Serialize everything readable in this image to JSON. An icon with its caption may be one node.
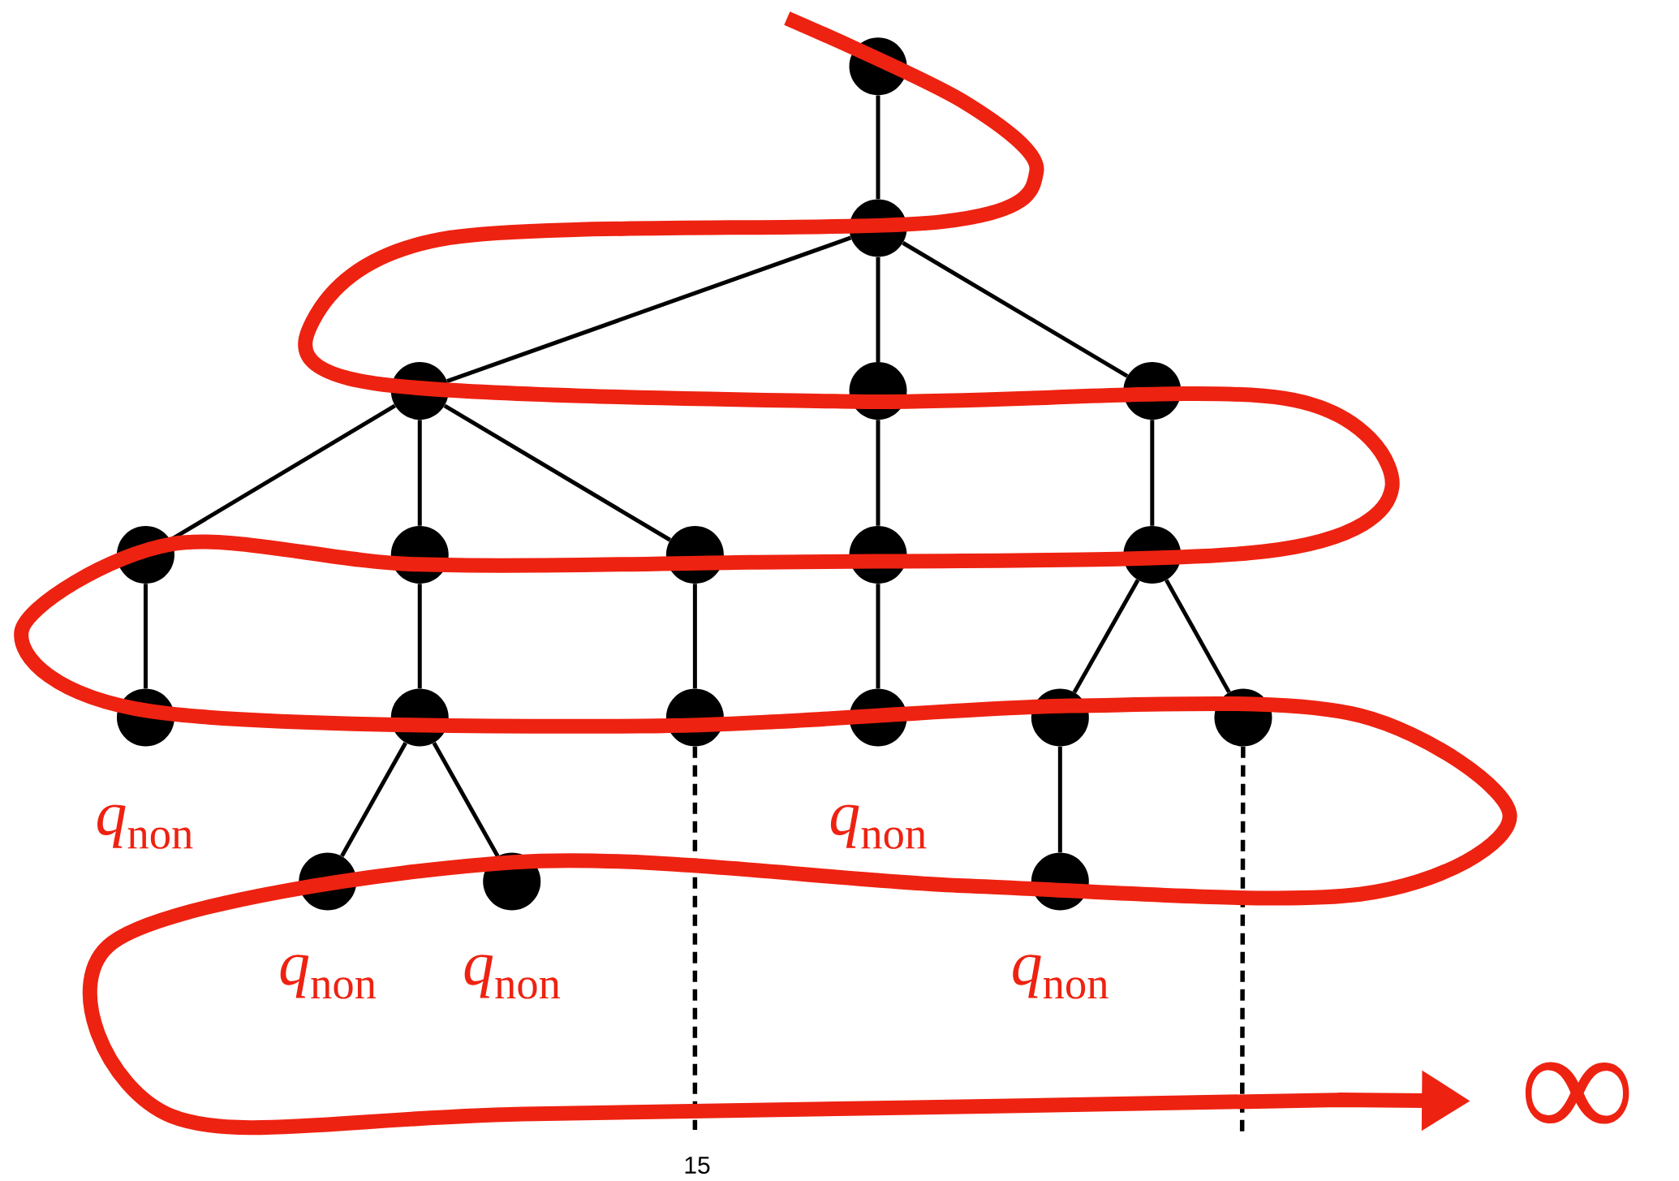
{
  "diagram": {
    "nodes": [
      {
        "text": [],
        "shape": "circle"
      },
      {
        "text": [],
        "shape": "circle"
      },
      {
        "text": [],
        "shape": "circle"
      },
      {
        "text": [],
        "shape": "circle"
      },
      {
        "text": [],
        "shape": "circle"
      },
      {
        "text": [],
        "shape": "circle"
      },
      {
        "text": [],
        "shape": "circle"
      },
      {
        "text": [],
        "shape": "circle"
      },
      {
        "text": [],
        "shape": "circle"
      },
      {
        "text": [],
        "shape": "circle"
      },
      {
        "text": [],
        "shape": "circle"
      },
      {
        "text": [],
        "shape": "circle"
      },
      {
        "text": [],
        "shape": "circle"
      },
      {
        "text": [],
        "shape": "circle"
      },
      {
        "text": [],
        "shape": "circle"
      },
      {
        "text": [],
        "shape": "circle"
      },
      {
        "text": [],
        "shape": "circle"
      },
      {
        "text": [],
        "shape": "circle"
      },
      {
        "text": [],
        "shape": "circle"
      },
      {
        "text": [
          "∞"
        ]
      }
    ],
    "edges": [
      {
        "from": 0,
        "to": 1,
        "arrow": "none"
      },
      {
        "from": 1,
        "to": 2,
        "arrow": "none"
      },
      {
        "from": 1,
        "to": 3,
        "arrow": "none"
      },
      {
        "from": 1,
        "to": 4,
        "arrow": "none"
      },
      {
        "from": 2,
        "to": 5,
        "arrow": "none"
      },
      {
        "from": 2,
        "to": 6,
        "arrow": "none"
      },
      {
        "from": 2,
        "to": 7,
        "arrow": "none"
      },
      {
        "from": 3,
        "to": 8,
        "arrow": "none"
      },
      {
        "from": 4,
        "to": 9,
        "arrow": "none"
      },
      {
        "from": 5,
        "to": 10,
        "arrow": "none"
      },
      {
        "from": 6,
        "to": 11,
        "arrow": "none"
      },
      {
        "from": 7,
        "to": 12,
        "arrow": "none"
      },
      {
        "from": 8,
        "to": 13,
        "arrow": "none"
      },
      {
        "from": 9,
        "to": 14,
        "arrow": "none"
      },
      {
        "from": 9,
        "to": 15,
        "arrow": "none"
      },
      {
        "from": 11,
        "to": 16,
        "arrow": "none"
      },
      {
        "from": 11,
        "to": 17,
        "arrow": "none"
      },
      {
        "from": 14,
        "to": 18,
        "arrow": "none"
      },
      {
        "from": 12,
        "to": null,
        "arrow": "none",
        "style": "dashed"
      },
      {
        "from": 15,
        "to": null,
        "arrow": "none",
        "style": "dashed"
      },
      {
        "from": null,
        "to": 19,
        "arrow": "to",
        "style": "thick",
        "color": "#ee2211"
      }
    ],
    "labels": [
      "*q*$_{non}$",
      "*q*$_{non}$",
      "*q*$_{non}$",
      "*q*$_{non}$",
      "*q*$_{non}$",
      "15"
    ]
  }
}
